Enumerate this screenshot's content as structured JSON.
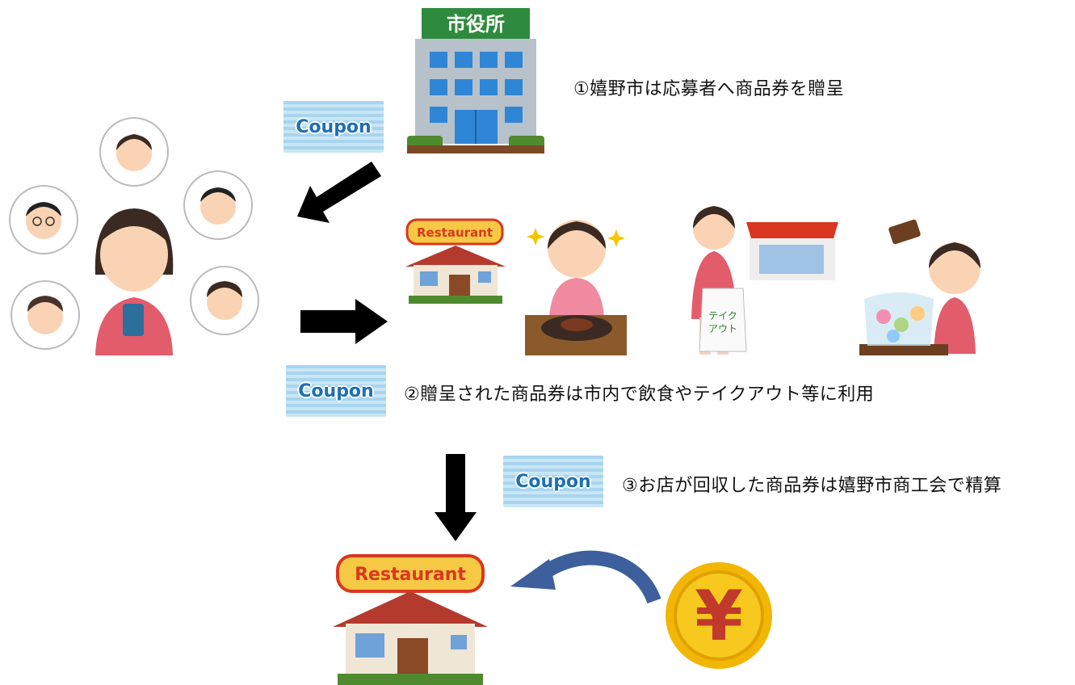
{
  "city_hall": {
    "sign": "市役所"
  },
  "steps": {
    "step1": "①嬉野市は応募者へ商品券を贈呈",
    "step2": "②贈呈された商品券は市内で飲食やテイクアウト等に利用",
    "step3": "③お店が回収した商品券は嬉野市商工会で精算"
  },
  "coupon_label": "Coupon",
  "restaurant_sign": "Restaurant",
  "takeout_bag": [
    "テイク",
    "アウト"
  ],
  "yen_symbol": "¥",
  "colors": {
    "coupon_bg": "#a8d4ee",
    "coupon_text": "#1e6fb5",
    "arrow": "#000000",
    "return_arrow": "#3d5f9c",
    "yen_coin": "#f2b705",
    "yen_mark": "#c0392b",
    "city_hall_sign": "#2e8b3d"
  }
}
